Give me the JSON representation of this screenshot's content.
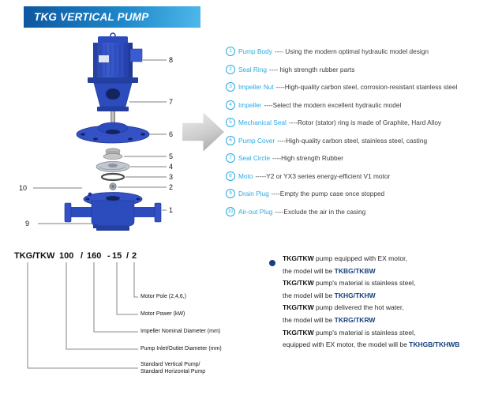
{
  "colors": {
    "accent_cyan": "#29abe2",
    "banner_blue_dark": "#0d57a0",
    "banner_blue_light": "#4cb8ea",
    "pump_blue": "#2c4bbd",
    "model_navy": "#16407e"
  },
  "header": {
    "title": "TKG VERTICAL PUMP"
  },
  "diagram": {
    "callouts": [
      "8",
      "7",
      "6",
      "5",
      "4",
      "3",
      "2",
      "10",
      "1",
      "9"
    ]
  },
  "parts_list": [
    {
      "num": "1",
      "name": "Pump Body",
      "desc": "---- Using the modern optimal hydraulic model design"
    },
    {
      "num": "2",
      "name": "Seal Ring",
      "desc": "---- high strength rubber parts"
    },
    {
      "num": "3",
      "name": "Impeller Nut",
      "desc": "----High-quality carbon steel, corrosion-resistant stainless steel"
    },
    {
      "num": "4",
      "name": "Impeller",
      "desc": "----Select the modern excellent hydraulic model"
    },
    {
      "num": "5",
      "name": "Mechanical Seal",
      "desc": "----Rotor (stator) ring is made of Graphite, Hard Alloy"
    },
    {
      "num": "6",
      "name": "Pump Cover",
      "desc": "----High-quality carbon steel, stainless steel, casting"
    },
    {
      "num": "7",
      "name": "Seal Circle",
      "desc": "----High strength Rubber"
    },
    {
      "num": "8",
      "name": "Moto",
      "desc": "-----Y2 or YX3 series energy-efficient V1 motor"
    },
    {
      "num": "9",
      "name": "Drain Plug",
      "desc": "----Empty the pump case once stopped"
    },
    {
      "num": "10",
      "name": "Air-out Plug",
      "desc": "----Exclude the air in the casing"
    }
  ],
  "model_code": {
    "tokens": [
      "TKG/TKW",
      "100",
      "/",
      "160",
      "-",
      "15",
      "/",
      "2"
    ],
    "labels": [
      "Motor Pole (2,4,6,)",
      "Motor Power (kW)",
      "Impeller Nominal Diameter (mm)",
      "Pump Inlet/Outlet Diameter (mm)",
      "Standard Vertical Pump/",
      "Standard Horizontal Pump"
    ]
  },
  "notes": [
    {
      "bold": "TKG/TKW",
      "rest": " pump equipped with EX motor,",
      "line2": "the model will be ",
      "model": "TKBG/TKBW"
    },
    {
      "bold": "TKG/TKW",
      "rest": " pump's material is stainless steel,",
      "line2": "the model will be ",
      "model": "TKHG/TKHW"
    },
    {
      "bold": "TKG/TKW",
      "rest": " pump delivered the hot water,",
      "line2": "the model will be ",
      "model": "TKRG/TKRW"
    },
    {
      "bold": "TKG/TKW",
      "rest": " pump's material is stainless steel,",
      "line2": "equipped with EX motor, the model will be ",
      "model": "TKHGB/TKHWB"
    }
  ]
}
